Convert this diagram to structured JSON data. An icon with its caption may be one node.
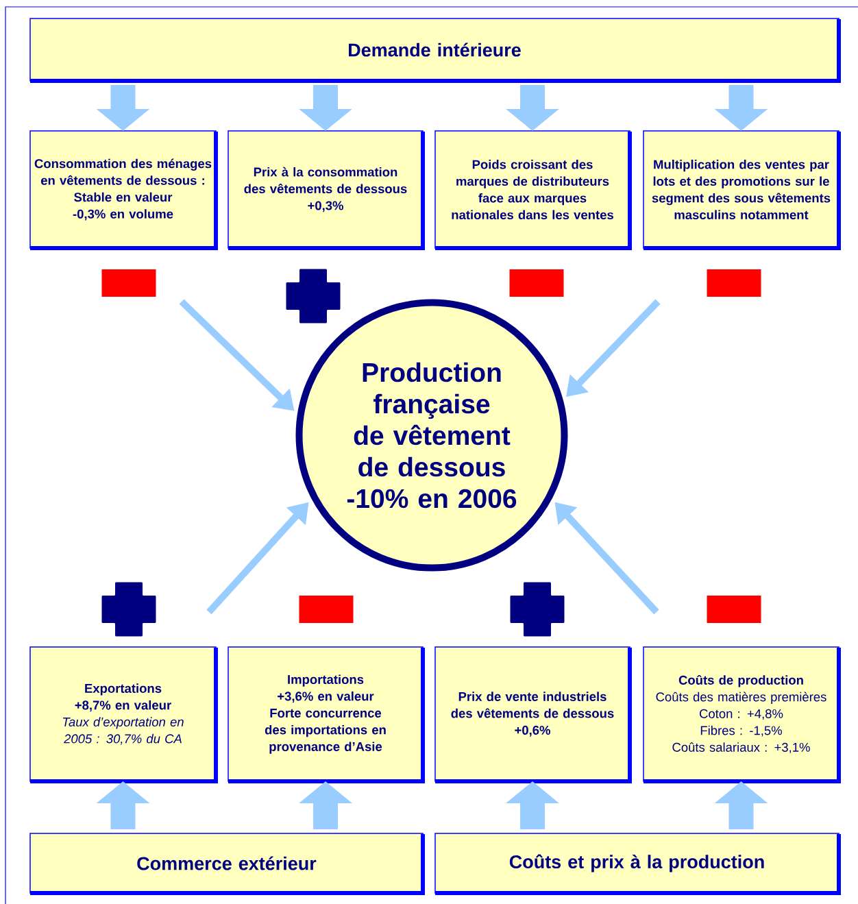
{
  "diagram": {
    "nodes": [
      {
        "text": [
          "Demande intérieure"
        ]
      },
      {
        "text": [
          "Consommation des ménages en vêtements de dessous :",
          "Stable en valeur",
          "-0,3% en volume"
        ]
      },
      {
        "text": [
          "Prix à la consommation des vêtements de dessous",
          "+0,3%"
        ]
      },
      {
        "text": [
          "Poids croissant des marques de distributeurs face aux marques nationales dans les ventes"
        ]
      },
      {
        "text": [
          "Multiplication des ventes par lots et des promotions sur le segment des sous vêtements masculins notamment"
        ]
      },
      {
        "text": [],
        "shape": "bar"
      },
      {
        "text": [],
        "shape": "cross"
      },
      {
        "text": [],
        "shape": "bar"
      },
      {
        "text": [],
        "shape": "bar"
      },
      {
        "text": [
          "Production française de vêtement de dessous",
          "-10% en 2006"
        ]
      },
      {
        "text": [],
        "shape": "cross"
      },
      {
        "text": [],
        "shape": "bar"
      },
      {
        "text": [],
        "shape": "cross"
      },
      {
        "text": [],
        "shape": "bar"
      },
      {
        "text": [
          "Exportations",
          "+8,7% en valeur",
          "Taux d’exportation en 2005 : 30,7% du CA"
        ]
      },
      {
        "text": [
          "Importations",
          "+3,6% en valeur",
          "Forte concurrence des importations en provenance d’Asie"
        ]
      },
      {
        "text": [
          "Prix de vente industriels des vêtements de dessous",
          "+0,6%"
        ]
      },
      {
        "text": [
          "Coûts de production",
          "Coûts des matières premières",
          "Coton : +4,8%",
          "Fibres : -1,5%",
          "Coûts salariaux : +3,1%"
        ]
      },
      {
        "text": [
          "Commerce extérieur"
        ]
      },
      {
        "text": [
          "Coûts et prix à la production"
        ]
      }
    ],
    "edges": [
      {
        "from": 0,
        "to": 1,
        "arrow": "to"
      },
      {
        "from": 0,
        "to": 2,
        "arrow": "to"
      },
      {
        "from": 0,
        "to": 3,
        "arrow": "to"
      },
      {
        "from": 0,
        "to": 4,
        "arrow": "to"
      },
      {
        "from": null,
        "to": 9,
        "arrow": "to"
      },
      {
        "from": null,
        "to": 9,
        "arrow": "to"
      },
      {
        "from": null,
        "to": 9,
        "arrow": "to"
      },
      {
        "from": null,
        "to": 9,
        "arrow": "to"
      },
      {
        "from": 18,
        "to": 14,
        "arrow": "to"
      },
      {
        "from": 18,
        "to": 15,
        "arrow": "to"
      },
      {
        "from": 19,
        "to": 16,
        "arrow": "to"
      },
      {
        "from": 19,
        "to": 17,
        "arrow": "to"
      }
    ]
  }
}
